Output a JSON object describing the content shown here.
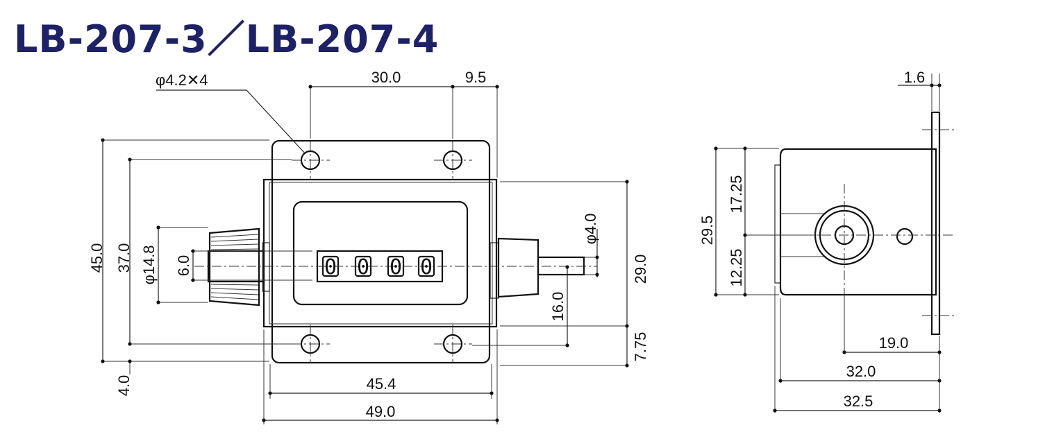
{
  "title": "LB-207-3／LB-207-4",
  "counter_display": [
    "0",
    "0",
    "0",
    "0"
  ],
  "front_view": {
    "hole_note": "φ4.2✕4",
    "dims": {
      "hole_pitch_h": "30.0",
      "right_offset": "9.5",
      "height_total": "45.0",
      "hole_pitch_v": "37.0",
      "knob_dia": "φ14.8",
      "shaft_width": "6.0",
      "bottom_offset": "4.0",
      "shaft_dia": "φ4.0",
      "body_height": "29.0",
      "shaft_height": "16.0",
      "bottom_margin": "7.75",
      "body_width": "45.4",
      "width_total": "49.0"
    }
  },
  "side_view": {
    "dims": {
      "plate_thickness": "1.6",
      "height": "29.5",
      "upper": "17.25",
      "lower": "12.25",
      "center_to_plate": "19.0",
      "body_depth": "32.0",
      "total_depth": "32.5"
    }
  }
}
